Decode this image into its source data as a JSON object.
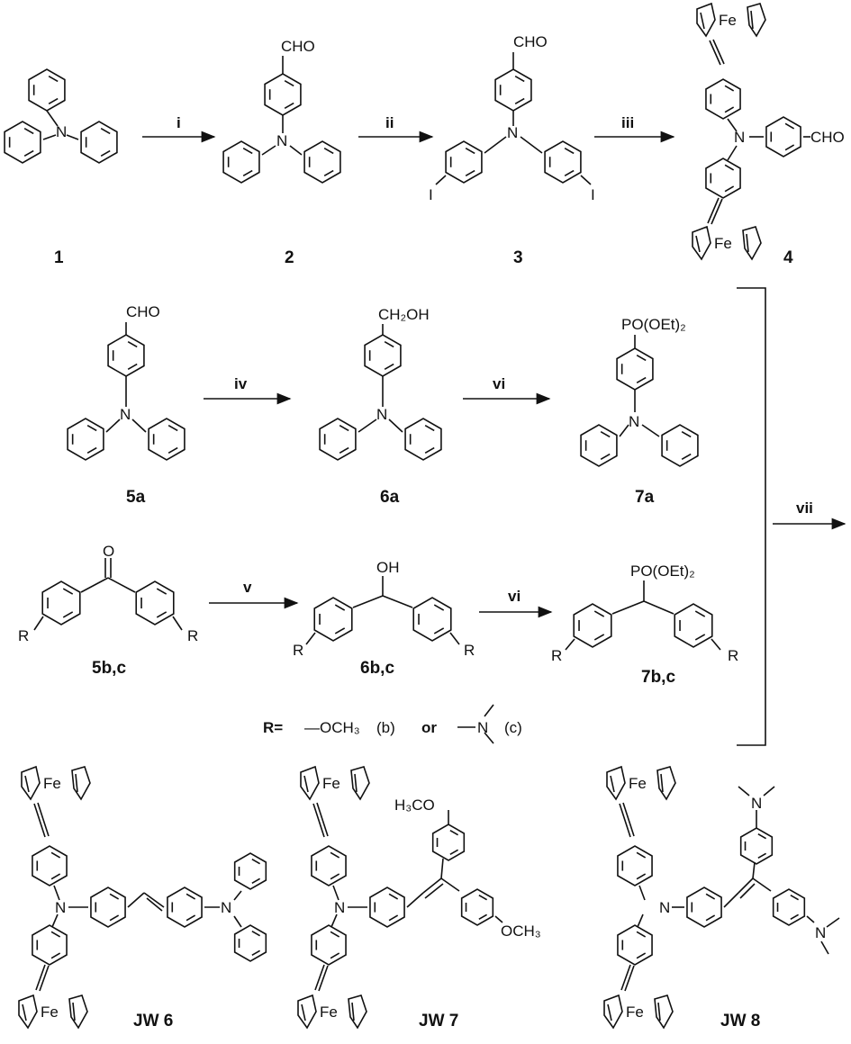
{
  "compounds": {
    "c1": "1",
    "c2": "2",
    "c3": "3",
    "c4": "4",
    "c5a": "5a",
    "c6a": "6a",
    "c7a": "7a",
    "c5bc": "5b,c",
    "c6bc": "6b,c",
    "c7bc": "7b,c",
    "jw6": "JW 6",
    "jw7": "JW 7",
    "jw8": "JW 8"
  },
  "reagents": {
    "i": "i",
    "ii": "ii",
    "iii": "iii",
    "iv": "iv",
    "v": "v",
    "vi_top": "vi",
    "vi_bottom": "vi",
    "vii": "vii"
  },
  "atoms": {
    "N": "N",
    "CHO": "CHO",
    "I": "I",
    "Fe": "Fe",
    "O": "O",
    "OH": "OH",
    "CH2OH": "CH₂OH",
    "PO": "PO(OEt)₂",
    "R": "R",
    "OCH3": "OCH₃",
    "H3CO": "H₃CO"
  },
  "legend": {
    "r_eq": "R=",
    "ome": "—OCH₃",
    "b": "(b)",
    "or": "or",
    "c": "(c)"
  }
}
